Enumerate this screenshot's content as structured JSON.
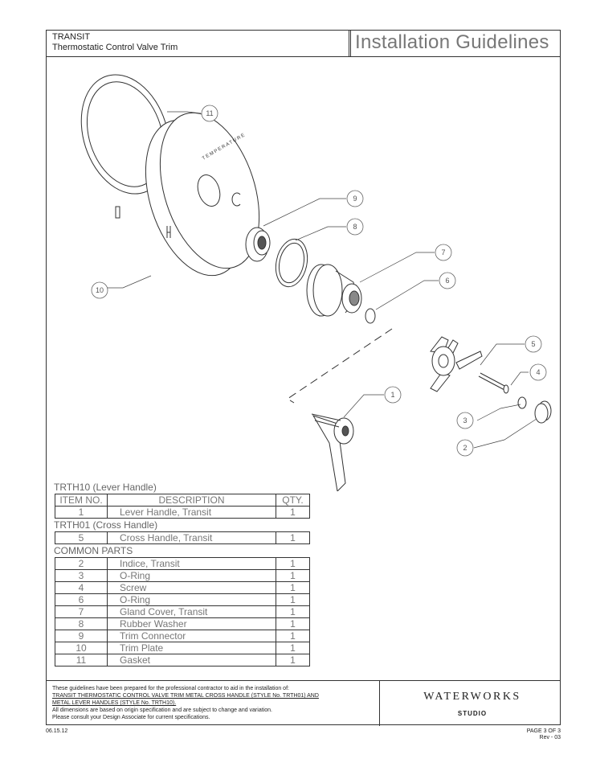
{
  "header": {
    "product": "TRANSIT",
    "subtitle": "Thermostatic Control Valve Trim",
    "doc_title": "Installation Guidelines"
  },
  "callouts": [
    "1",
    "2",
    "3",
    "4",
    "5",
    "6",
    "7",
    "8",
    "9",
    "10",
    "11"
  ],
  "plate_text": {
    "word": "TEMPERATURE",
    "hot": "H",
    "cold": "C"
  },
  "lever_section": {
    "title": "TRTH10 (Lever Handle)",
    "columns": [
      "ITEM NO.",
      "DESCRIPTION",
      "QTY."
    ],
    "rows": [
      {
        "item": "1",
        "description": "Lever Handle, Transit",
        "qty": "1"
      }
    ]
  },
  "cross_section": {
    "title": "TRTH01 (Cross Handle)",
    "rows": [
      {
        "item": "5",
        "description": "Cross Handle, Transit",
        "qty": "1"
      }
    ]
  },
  "common_section": {
    "title": "COMMON PARTS",
    "rows": [
      {
        "item": "2",
        "description": "Indice, Transit",
        "qty": "1"
      },
      {
        "item": "3",
        "description": "O-Ring",
        "qty": "1"
      },
      {
        "item": "4",
        "description": "Screw",
        "qty": "1"
      },
      {
        "item": "6",
        "description": "O-Ring",
        "qty": "1"
      },
      {
        "item": "7",
        "description": "Gland Cover, Transit",
        "qty": "1"
      },
      {
        "item": "8",
        "description": "Rubber Washer",
        "qty": "1"
      },
      {
        "item": "9",
        "description": "Trim Connector",
        "qty": "1"
      },
      {
        "item": "10",
        "description": "Trim Plate",
        "qty": "1"
      },
      {
        "item": "11",
        "description": "Gasket",
        "qty": "1"
      }
    ]
  },
  "footer": {
    "line1": "These guidelines have been prepared for the professional contractor to aid in the installation of:",
    "line2": "TRANSIT THERMOSTATIC CONTROL VALVE TRIM METAL CROSS HANDLE (STYLE No. TRTH01) AND",
    "line3": "METAL LEVER HANDLES (STYLE No. TRTH10).",
    "line4": "All dimensions are based on origin specification and are subject to change and variation.",
    "line5": "Please consult your Design Associate for current specifications.",
    "brand": "WATERWORKS",
    "brand_sub": "STUDIO"
  },
  "date": "06.15.12",
  "page": "PAGE 3 OF 3",
  "revision": "Rev - 03"
}
